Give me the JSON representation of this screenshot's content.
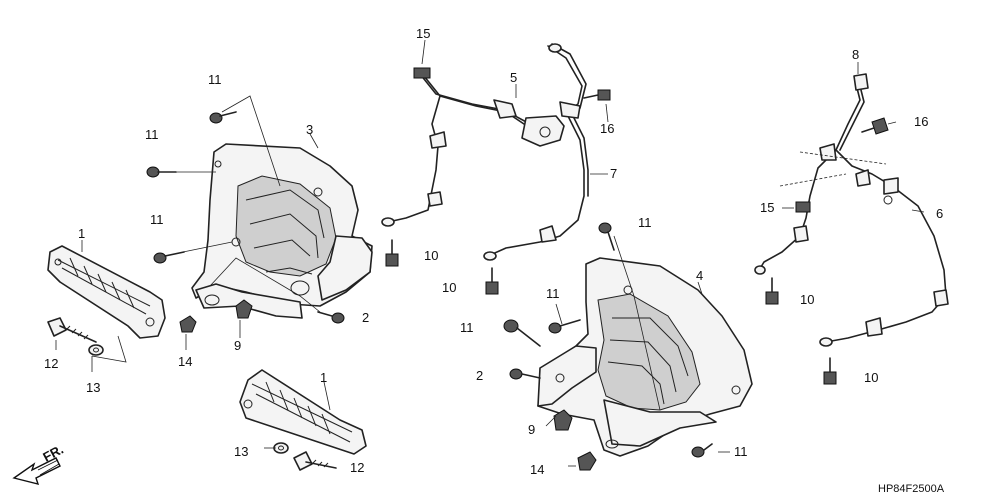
{
  "diagram_code": "HP84F2500A",
  "direction_label": "FR.",
  "callouts": [
    {
      "id": "c1a",
      "text": "1"
    },
    {
      "id": "c1b",
      "text": "1"
    },
    {
      "id": "c2a",
      "text": "2"
    },
    {
      "id": "c2b",
      "text": "2"
    },
    {
      "id": "c3",
      "text": "3"
    },
    {
      "id": "c4",
      "text": "4"
    },
    {
      "id": "c5",
      "text": "5"
    },
    {
      "id": "c6",
      "text": "6"
    },
    {
      "id": "c7",
      "text": "7"
    },
    {
      "id": "c8",
      "text": "8"
    },
    {
      "id": "c9a",
      "text": "9"
    },
    {
      "id": "c9b",
      "text": "9"
    },
    {
      "id": "c10a",
      "text": "10"
    },
    {
      "id": "c10b",
      "text": "10"
    },
    {
      "id": "c10c",
      "text": "10"
    },
    {
      "id": "c10d",
      "text": "10"
    },
    {
      "id": "c11a",
      "text": "11"
    },
    {
      "id": "c11b",
      "text": "11"
    },
    {
      "id": "c11c",
      "text": "11"
    },
    {
      "id": "c11d",
      "text": "11"
    },
    {
      "id": "c11e",
      "text": "11"
    },
    {
      "id": "c11f",
      "text": "11"
    },
    {
      "id": "c11g",
      "text": "11"
    },
    {
      "id": "c12a",
      "text": "12"
    },
    {
      "id": "c12b",
      "text": "12"
    },
    {
      "id": "c13a",
      "text": "13"
    },
    {
      "id": "c13b",
      "text": "13"
    },
    {
      "id": "c14a",
      "text": "14"
    },
    {
      "id": "c14b",
      "text": "14"
    },
    {
      "id": "c15a",
      "text": "15"
    },
    {
      "id": "c15b",
      "text": "15"
    },
    {
      "id": "c16a",
      "text": "16"
    },
    {
      "id": "c16b",
      "text": "16"
    }
  ]
}
